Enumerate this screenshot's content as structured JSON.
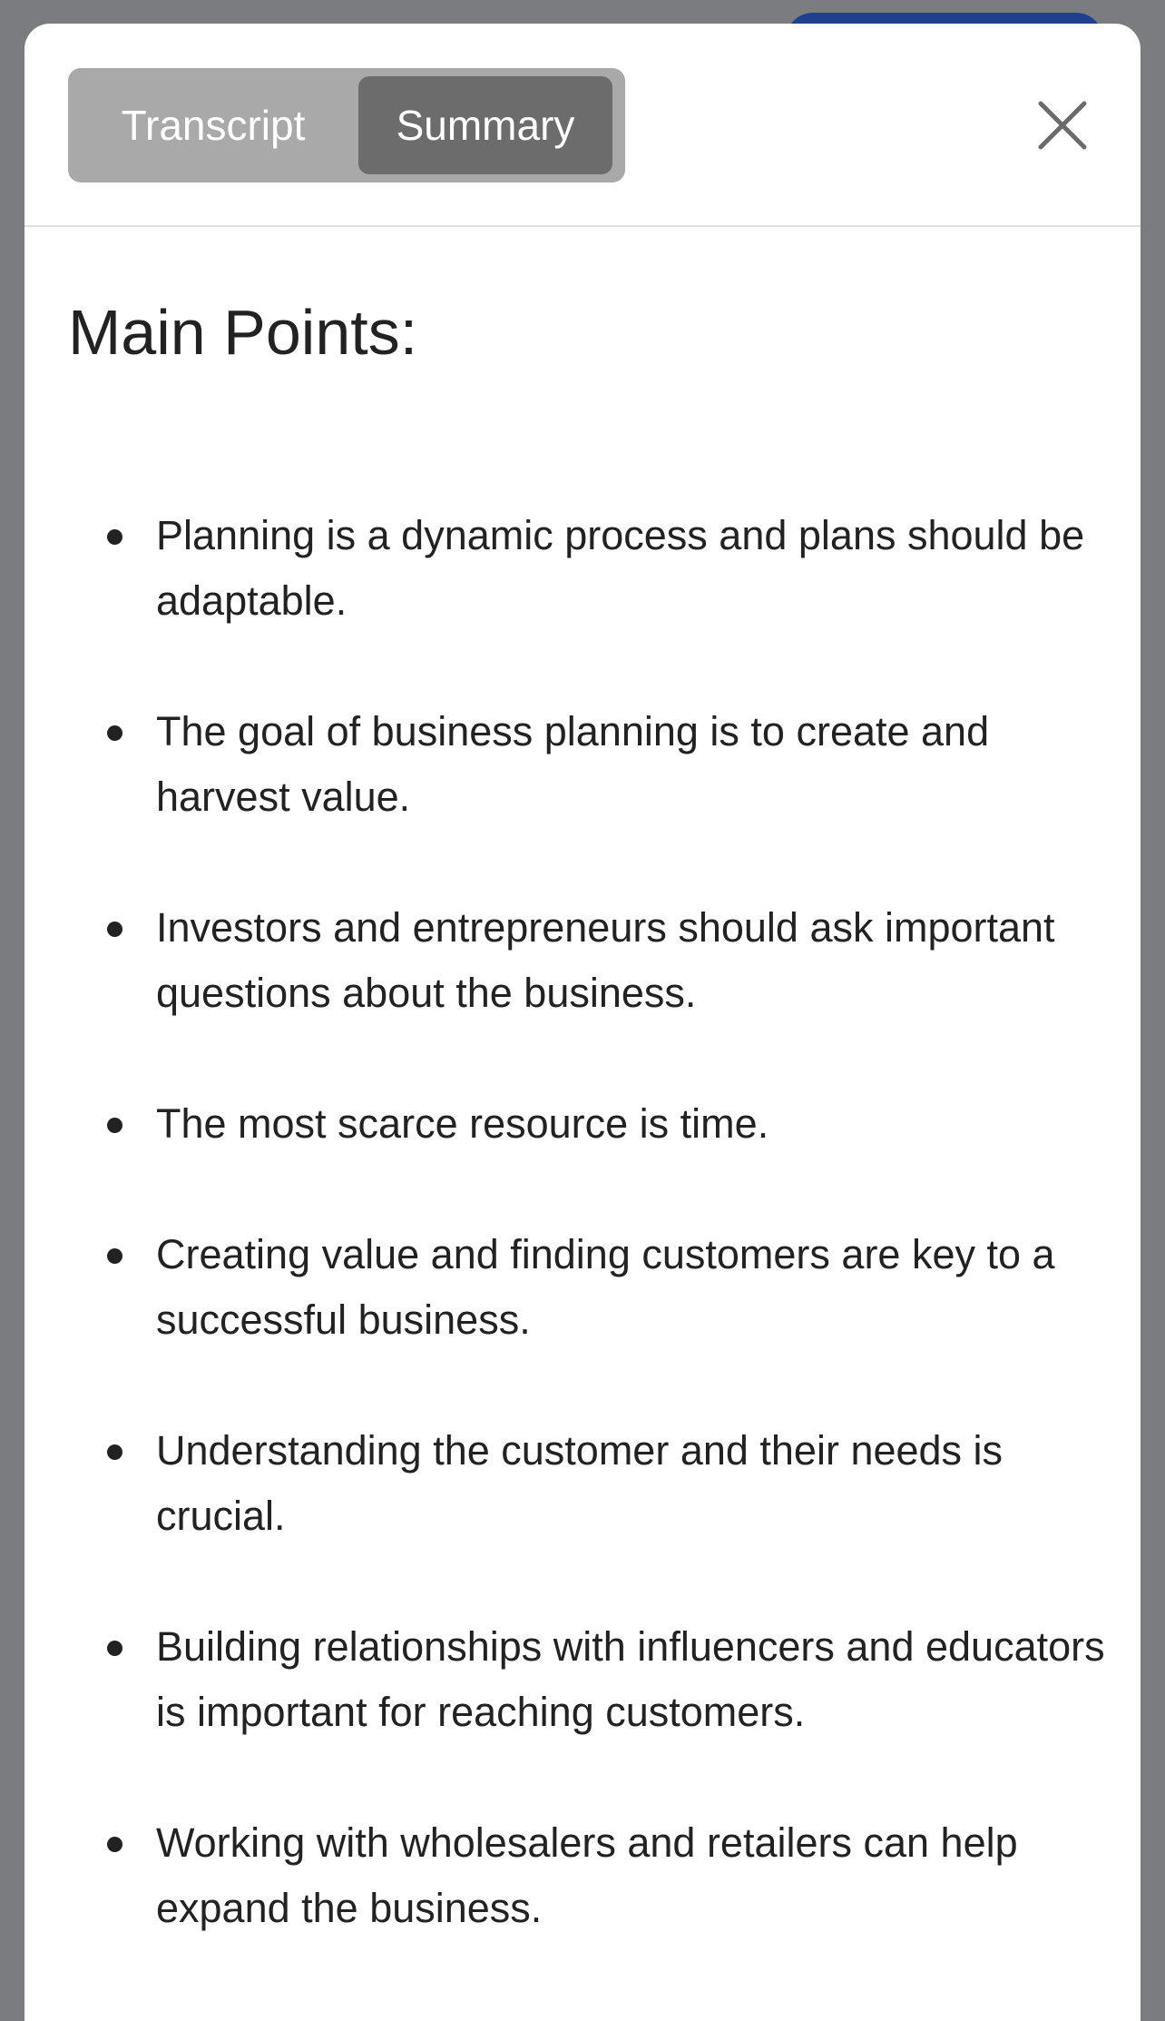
{
  "tabs": {
    "transcript": "Transcript",
    "summary": "Summary",
    "selected": "Summary"
  },
  "close_icon": "close-icon",
  "colors": {
    "segment_bg": "#a9a9a9",
    "segment_selected": "#6c6c6c",
    "background_pill": "#1f3f8f"
  },
  "summary": {
    "title": "Main Points:",
    "points": [
      "Planning is a dynamic process and plans should be adaptable.",
      "The goal of business planning is to create and harvest value.",
      "Investors and entrepreneurs should ask important questions about the business.",
      "The most scarce resource is time.",
      "Creating value and finding customers are key to a successful business.",
      "Understanding the customer and their needs is crucial.",
      "Building relationships with influencers and educators is important for reaching customers.",
      "Working with wholesalers and retailers can help expand the business."
    ]
  }
}
